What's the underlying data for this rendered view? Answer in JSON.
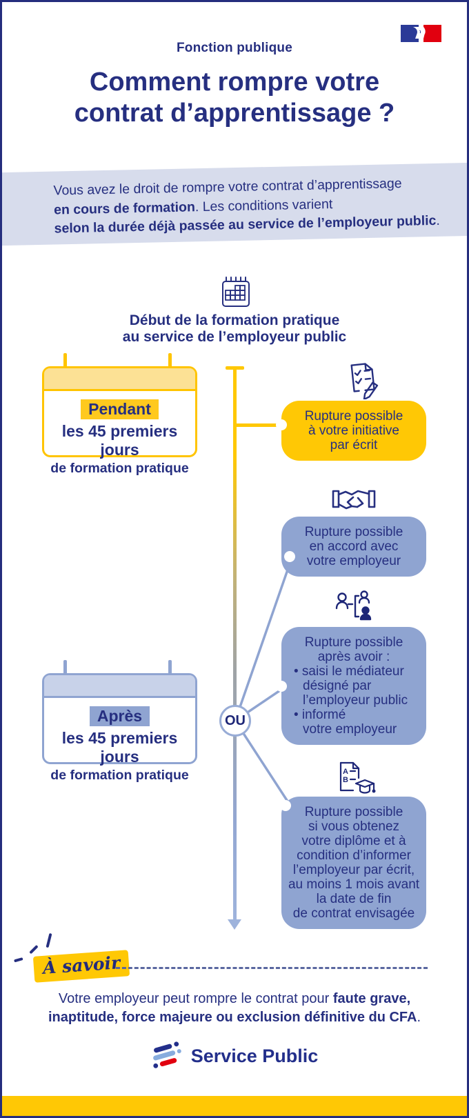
{
  "header": {
    "kicker": "Fonction publique",
    "title_line1": "Comment rompre votre",
    "title_line2": "contrat d’apprentissage ?",
    "flag_icon": "french-republic-flag"
  },
  "intro": {
    "line1": "Vous avez le droit de rompre votre contrat d’apprentissage",
    "line2_bold": "en cours de formation",
    "line2_rest": ". Les conditions varient",
    "line3_bold": "selon la durée déjà passée au service de l’employeur public",
    "line3_end": "."
  },
  "timeline": {
    "start_icon": "calendar-grid",
    "start_line1": "Début de la formation pratique",
    "start_line2": "au service de l’employeur public",
    "or_label": "OU"
  },
  "periods": [
    {
      "highlight": "Pendant",
      "line2": "les 45 premiers jours",
      "line3": "de formation pratique",
      "theme": "yellow"
    },
    {
      "highlight": "Après",
      "line2": "les 45 premiers jours",
      "line3": "de formation pratique",
      "theme": "blue"
    }
  ],
  "outcomes": [
    {
      "icon": "document-checklist-pencil",
      "theme": "yellow",
      "lines": [
        "Rupture possible",
        "à votre initiative",
        "par écrit"
      ]
    },
    {
      "icon": "handshake",
      "theme": "blue",
      "lines": [
        "Rupture possible",
        "en accord avec",
        "votre employeur"
      ]
    },
    {
      "icon": "mediator-people",
      "theme": "blue",
      "lines": [
        "Rupture possible",
        "après avoir :",
        "• saisi le médiateur",
        "désigné par",
        "l’employeur public",
        "• informé",
        "votre employeur"
      ]
    },
    {
      "icon": "diploma-document",
      "theme": "blue",
      "lines": [
        "Rupture possible",
        "si vous obtenez",
        "votre diplôme et à",
        "condition d’informer",
        "l’employeur par écrit,",
        "au moins 1 mois avant",
        "la date de fin",
        "de contrat envisagée"
      ]
    }
  ],
  "note": {
    "badge": "À savoir",
    "spark_icon": "emphasis-sparks",
    "text_start": "Votre employeur peut rompre le contrat pour ",
    "text_bold_1": "faute grave,",
    "text_bold_2": "inaptitude, force majeure ou exclusion définitive du CFA",
    "text_end": "."
  },
  "footer": {
    "logo_icon": "service-public-stripes",
    "brand": "Service Public"
  },
  "colors": {
    "navy": "#262f80",
    "gold": "#ffc805",
    "gold_light": "#fce195",
    "periwinkle": "#8fa4d1",
    "periwinkle_light": "#c8d2e9",
    "band_grey_blue": "#d7dcec",
    "red": "#e1000f"
  }
}
